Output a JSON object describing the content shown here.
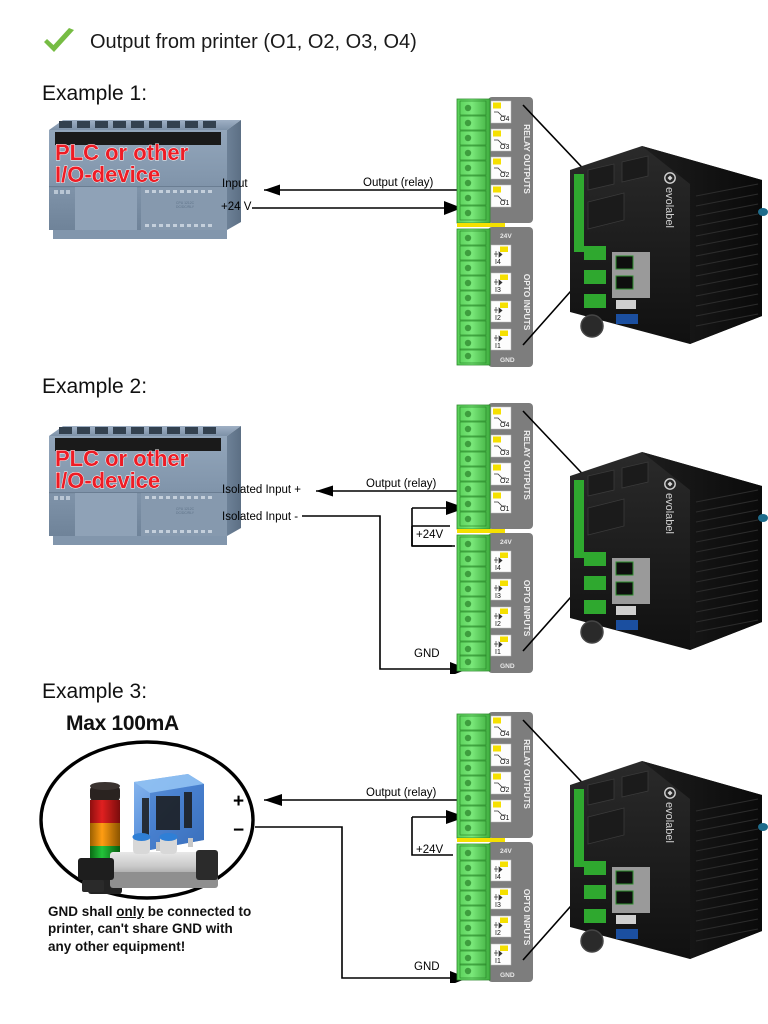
{
  "heading": {
    "icon": "green-check-icon",
    "text": "Output from printer (O1, O2, O3, O4)",
    "check_color": "#76bc43"
  },
  "examples": [
    {
      "label": "Example 1:",
      "device_caption_line1": "PLC or other",
      "device_caption_line2": "I/O-device",
      "device_caption_color": "#ee1c25",
      "wires": [
        {
          "name": "input",
          "label": "Input",
          "direction": "to-device"
        },
        {
          "name": "supply",
          "label": "+24 V",
          "direction": "to-printer"
        },
        {
          "name": "output-relay",
          "label": "Output (relay)",
          "direction": "to-device"
        }
      ]
    },
    {
      "label": "Example 2:",
      "device_caption_line1": "PLC or other",
      "device_caption_line2": "I/O-device",
      "device_caption_color": "#ee1c25",
      "wires": [
        {
          "name": "isolated-input-plus",
          "label": "Isolated Input +",
          "direction": "to-device"
        },
        {
          "name": "isolated-input-minus",
          "label": "Isolated Input -",
          "direction": "to-printer"
        },
        {
          "name": "output-relay",
          "label": "Output (relay)",
          "direction": "to-device"
        },
        {
          "name": "jumper-24v",
          "label": "+24V",
          "direction": "jumper"
        },
        {
          "name": "ground",
          "label": "GND",
          "direction": "to-printer"
        }
      ]
    },
    {
      "label": "Example 3:",
      "max_current": "Max 100mA",
      "load_plus": "+",
      "load_minus": "−",
      "warning_before": "GND shall ",
      "warning_underlined": "only",
      "warning_after": " be connected to printer, can't share GND with any other equipment!",
      "wires": [
        {
          "name": "output-relay",
          "label": "Output (relay)",
          "direction": "to-device"
        },
        {
          "name": "jumper-24v",
          "label": "+24V",
          "direction": "jumper"
        },
        {
          "name": "ground",
          "label": "GND",
          "direction": "to-printer"
        }
      ]
    }
  ],
  "terminal_block": {
    "relay_section_label": "RELAY OUTPUTS",
    "opto_section_label": "OPTO INPUTS",
    "relay_terminals": [
      "O4",
      "O3",
      "O2",
      "O1"
    ],
    "opto_top_label": "24V",
    "opto_terminals": [
      "I4",
      "I3",
      "I2",
      "I1"
    ],
    "opto_bottom_label": "GND",
    "connector_color": "#66dd66",
    "body_color": "#7d7d7d",
    "divider_color": "#f5e000"
  },
  "printer": {
    "name": "evolabel",
    "model": "evolabel",
    "chassis_color": "#111111"
  }
}
